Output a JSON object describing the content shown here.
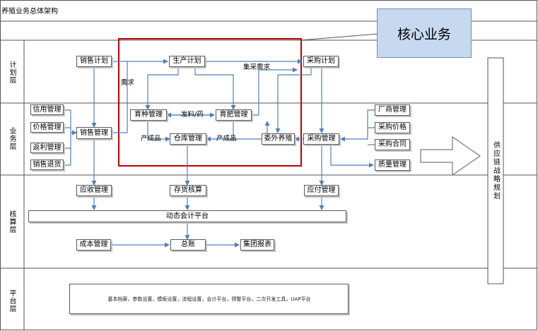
{
  "title": "养殖业务总体架构",
  "core_label": "核心业务",
  "layers": {
    "plan": "计划层",
    "business": "业务层",
    "accounting": "核算层",
    "platform": "平台层"
  },
  "supply_chain": "供应链战略规划",
  "nodes": {
    "sales_plan": "销售计划",
    "production_plan": "生产计划",
    "purchase_plan": "采购计划",
    "credit_mgmt": "信用管理",
    "price_mgmt": "价格管理",
    "rebate_mgmt": "返利管理",
    "sales_return": "销售退货",
    "sales_mgmt": "销售管理",
    "breeding_mgmt": "育种管理",
    "fattening_mgmt": "育肥管理",
    "warehouse_mgmt": "仓库管理",
    "outsourced_breeding": "委外养殖",
    "purchase_mgmt": "采购管理",
    "vendor_mgmt": "厂商管理",
    "purchase_price": "采购价格",
    "purchase_contract": "采购合同",
    "quality_mgmt": "质量管理",
    "receivable_mgmt": "应收管理",
    "inventory_accounting": "存货核算",
    "payable_mgmt": "应付管理",
    "accounting_platform": "动态会计平台",
    "cost_mgmt": "成本管理",
    "general_ledger": "总账",
    "group_report": "集团报表"
  },
  "edge_labels": {
    "demand": "需求",
    "centralized_demand": "集采需求",
    "feed_medicine": "发料/药",
    "finished_left": "产成品",
    "finished_right": "产成品"
  },
  "platform_text": "基本档案，参数设置，模板设置，流程设置，会计平台，预警平台，二次开发工具，UAP平台",
  "colors": {
    "accent_red": "#c00000",
    "arrow_blue": "#4f81bd",
    "core_fill": "#c6d9f1"
  }
}
